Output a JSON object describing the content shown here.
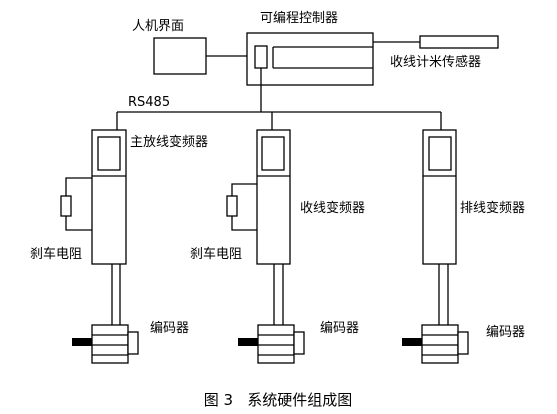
{
  "nodes": {
    "hmi": "人机界面",
    "plc": "可编程控制器",
    "length_sensor": "收线计米传感器",
    "bus": "RS485",
    "main_inverter": "主放线变频器",
    "take_up_inverter": "收线变频器",
    "traverse_inverter": "排线变频器",
    "brake_resistor_1": "刹车电阻",
    "brake_resistor_2": "刹车电阻",
    "encoder_1": "编码器",
    "encoder_2": "编码器",
    "encoder_3": "编码器"
  },
  "caption": "图 3   系统硬件组成图"
}
